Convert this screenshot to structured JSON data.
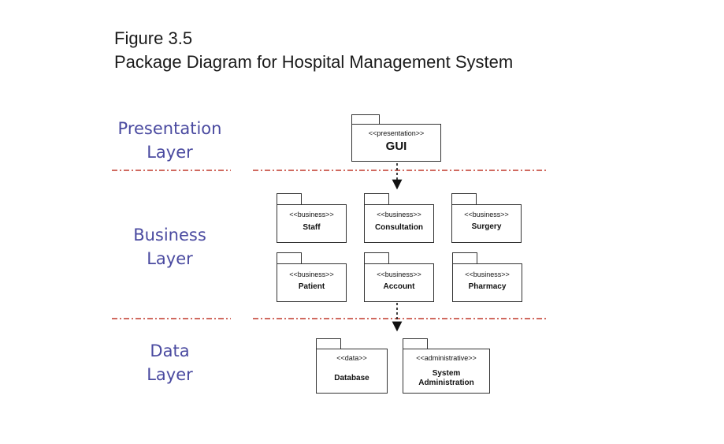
{
  "figure": {
    "number": "Figure 3.5",
    "title": "Package Diagram for Hospital Management System"
  },
  "layers": {
    "presentation": {
      "line1": "Presentation",
      "line2": "Layer"
    },
    "business": {
      "line1": "Business",
      "line2": "Layer"
    },
    "data": {
      "line1": "Data",
      "line2": "Layer"
    }
  },
  "packages": {
    "gui": {
      "stereotype": "<<presentation>>",
      "name": "GUI"
    },
    "staff": {
      "stereotype": "<<business>>",
      "name": "Staff"
    },
    "consultation": {
      "stereotype": "<<business>>",
      "name": "Consultation"
    },
    "surgery": {
      "stereotype": "<<business>>",
      "name": "Surgery"
    },
    "patient": {
      "stereotype": "<<business>>",
      "name": "Patient"
    },
    "account": {
      "stereotype": "<<business>>",
      "name": "Account"
    },
    "pharmacy": {
      "stereotype": "<<business>>",
      "name": "Pharmacy"
    },
    "database": {
      "stereotype": "<<data>>",
      "name": "Database"
    },
    "system_administration": {
      "stereotype": "<<administrative>>",
      "name": "System\nAdministration"
    }
  },
  "colors": {
    "layer_label": "#4a4aa0",
    "separator": "#c0392b",
    "box_border": "#333333"
  }
}
